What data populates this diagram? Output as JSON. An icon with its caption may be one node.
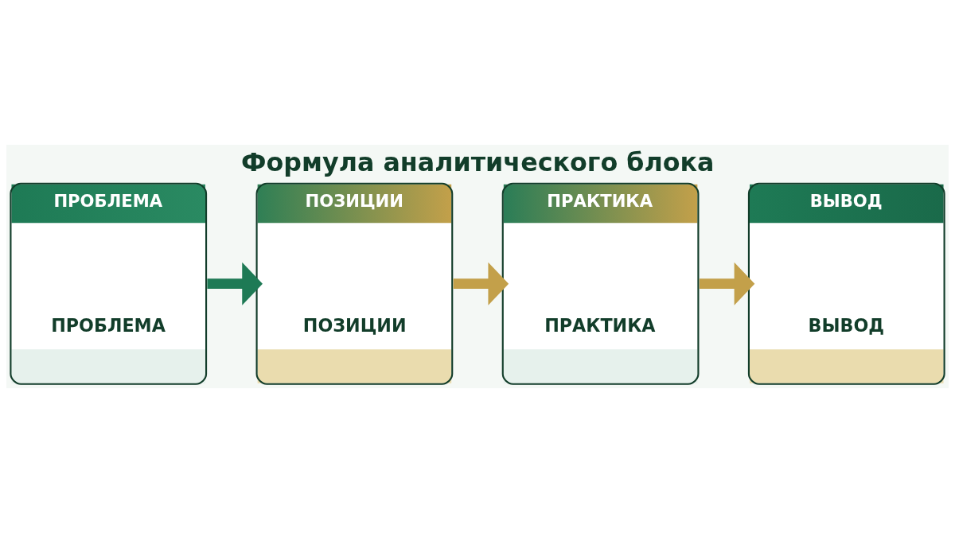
{
  "diagram": {
    "title": "Формула аналитического блока",
    "nodes": [
      {
        "text": [
          "ПРОБЛЕМА",
          "ПРОБЛЕМА"
        ]
      },
      {
        "text": [
          "ПОЗИЦИИ",
          "ПОЗИЦИИ"
        ]
      },
      {
        "text": [
          "ПРАКТИКА",
          "ПРАКТИКА"
        ]
      },
      {
        "text": [
          "ВЫВОД",
          "ВЫВОД"
        ]
      }
    ],
    "edges": [
      {
        "from": 0,
        "to": 1,
        "arrow": "to",
        "color": "#1e7a55"
      },
      {
        "from": 1,
        "to": 2,
        "arrow": "to"
      },
      {
        "from": 2,
        "to": 3,
        "arrow": "to"
      }
    ]
  }
}
